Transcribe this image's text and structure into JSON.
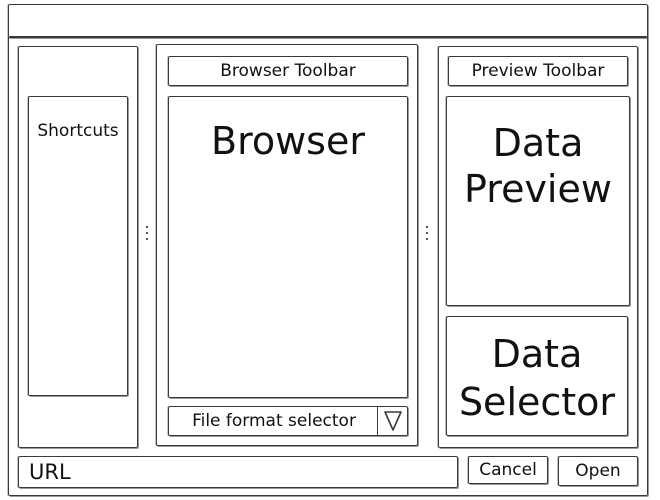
{
  "shortcuts": {
    "label": "Shortcuts"
  },
  "browser": {
    "toolbar_label": "Browser Toolbar",
    "label": "Browser",
    "format_selector_label": "File format selector",
    "format_selector_icon": "triangle-down-icon"
  },
  "preview": {
    "toolbar_label": "Preview Toolbar",
    "label_line1": "Data",
    "label_line2": "Preview"
  },
  "selector": {
    "label_line1": "Data",
    "label_line2": "Selector"
  },
  "footer": {
    "url_value": "URL",
    "cancel_label": "Cancel",
    "open_label": "Open"
  },
  "icons": {
    "splitter": "vertical-ellipsis-icon"
  },
  "colors": {
    "stroke": "#3a3a3a",
    "background": "#ffffff"
  }
}
